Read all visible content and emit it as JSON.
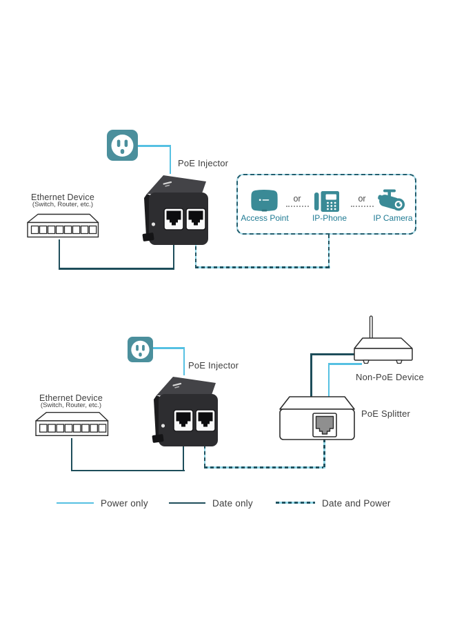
{
  "colors": {
    "power_line_cyan": "#55c0e2",
    "data_line_dark_teal": "#1d4d5a",
    "data_power_dash_dark": "#1e5260",
    "data_power_dash_light": "#93d8e8",
    "outlet_teal": "#4b8f9c",
    "icon_teal": "#3a8a96",
    "device_label_teal": "#1e7a93",
    "text_gray": "#3d3d3d"
  },
  "top": {
    "injector_label": "PoE Injector",
    "ethernet": {
      "title": "Ethernet Device",
      "subtitle": "(Switch, Router, etc.)"
    },
    "or": "or",
    "devices": [
      {
        "label": "Access Point",
        "icon": "access-point-icon"
      },
      {
        "label": "IP-Phone",
        "icon": "ip-phone-icon"
      },
      {
        "label": "IP Camera",
        "icon": "ip-camera-icon"
      }
    ]
  },
  "bottom": {
    "injector_label": "PoE Injector",
    "ethernet": {
      "title": "Ethernet Device",
      "subtitle": "(Switch, Router, etc.)"
    },
    "non_poe_label": "Non-PoE Device",
    "splitter_label": "PoE Splitter"
  },
  "legend": {
    "items": [
      {
        "label": "Power only",
        "style": "solid-cyan"
      },
      {
        "label": "Date only",
        "style": "solid-dark"
      },
      {
        "label": "Date and Power",
        "style": "dashed-two-tone"
      }
    ]
  }
}
